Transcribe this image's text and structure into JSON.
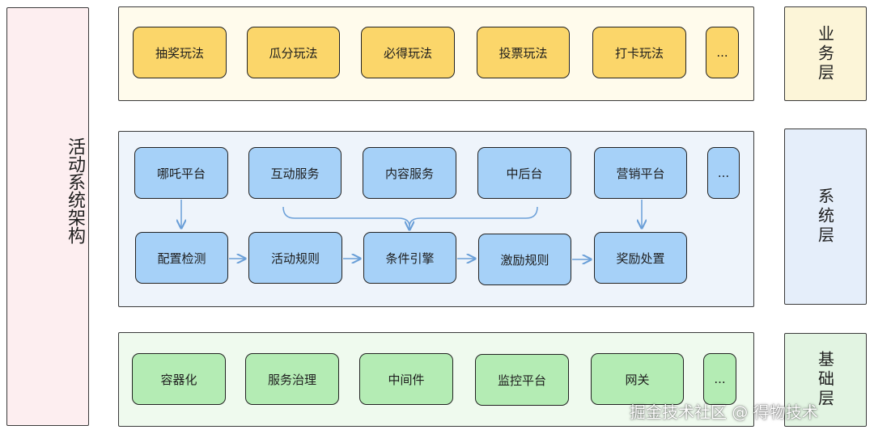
{
  "main_title": "活动系统架构",
  "layers": {
    "business": {
      "label": "业务层",
      "items": [
        "抽奖玩法",
        "瓜分玩法",
        "必得玩法",
        "投票玩法",
        "打卡玩法",
        "..."
      ]
    },
    "system": {
      "label": "系统层",
      "top_row": [
        "哪吒平台",
        "互动服务",
        "内容服务",
        "中后台",
        "营销平台",
        "..."
      ],
      "bottom_row": [
        "配置检测",
        "活动规则",
        "条件引擎",
        "激励规则",
        "奖励处置"
      ]
    },
    "base": {
      "label": "基础层",
      "items": [
        "容器化",
        "服务治理",
        "中间件",
        "监控平台",
        "网关",
        "..."
      ]
    }
  },
  "watermark": "掘金技术社区 @ 得物技术",
  "colors": {
    "business_box": "#fbd66a",
    "system_box": "#a6d1f8",
    "base_box": "#b4ecb4",
    "arrow": "#6a9fd8"
  }
}
